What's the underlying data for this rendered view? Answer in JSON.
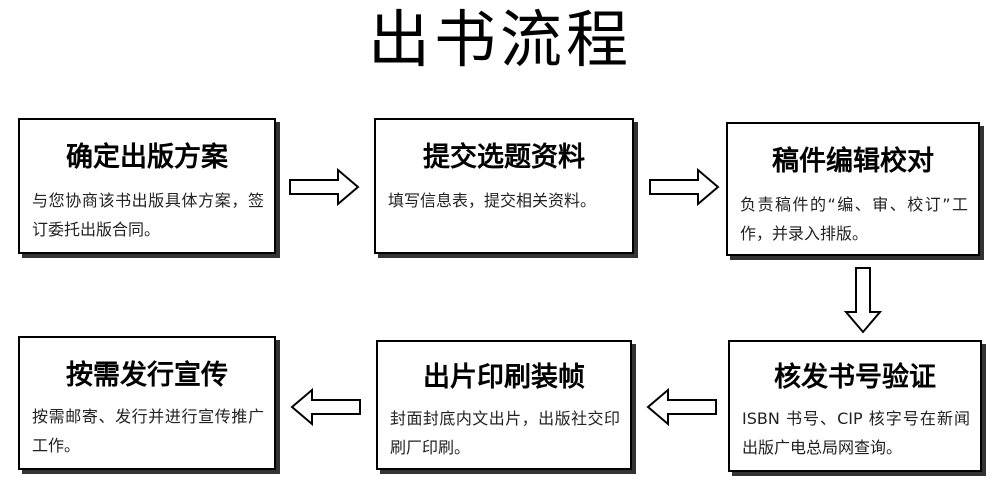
{
  "title": "出书流程",
  "steps": [
    {
      "title": "确定出版方案",
      "desc": "与您协商该书出版具体方案，签订委托出版合同。"
    },
    {
      "title": "提交选题资料",
      "desc": "填写信息表，提交相关资料。"
    },
    {
      "title": "稿件编辑校对",
      "desc": "负责稿件的“编、审、校订”工作，并录入排版。"
    },
    {
      "title": "核发书号验证",
      "desc": "ISBN 书号、CIP 核字号在新闻出版广电总局网查询。"
    },
    {
      "title": "出片印刷装帧",
      "desc": "封面封底内文出片，出版社交印刷厂印刷。"
    },
    {
      "title": "按需发行宣传",
      "desc": "按需邮寄、发行并进行宣传推广工作。"
    }
  ],
  "colors": {
    "border": "#000000",
    "shadow": "#333333",
    "background": "#ffffff"
  }
}
